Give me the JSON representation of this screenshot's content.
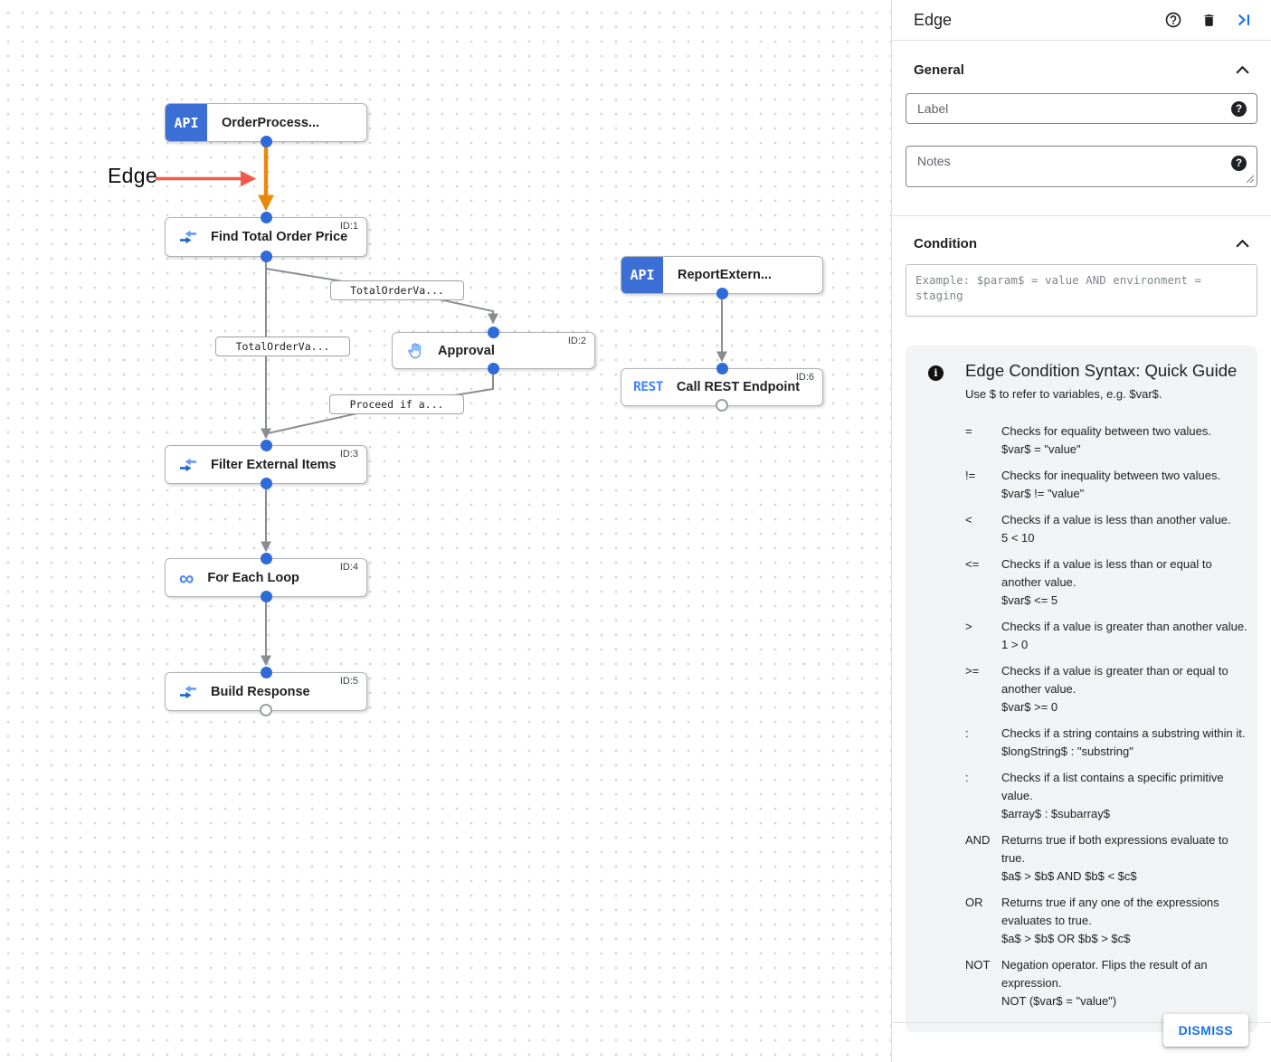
{
  "colors": {
    "accent_blue": "#1a73e8",
    "node_badge_blue": "#3b6fd6",
    "connector_blue": "#2e6bd9",
    "edge_orange": "#e8890c",
    "annotation_red": "#f4594b",
    "edge_gray": "#898d92"
  },
  "canvas": {
    "annotation_label": "Edge",
    "nodes": [
      {
        "badge": "API",
        "title": "OrderProcess..."
      },
      {
        "title": "Find Total Order Price",
        "task_id": "ID:1",
        "icon": "data-mapping-icon"
      },
      {
        "title": "Approval",
        "task_id": "ID:2",
        "icon": "hand-icon"
      },
      {
        "badge": "API",
        "title": "ReportExtern..."
      },
      {
        "badge": "REST",
        "title": "Call REST Endpoint",
        "task_id": "ID:6"
      },
      {
        "title": "Filter External Items",
        "task_id": "ID:3",
        "icon": "data-mapping-icon"
      },
      {
        "title": "For Each Loop",
        "task_id": "ID:4",
        "icon": "loop-icon"
      },
      {
        "title": "Build Response",
        "task_id": "ID:5",
        "icon": "data-mapping-icon"
      }
    ],
    "edge_labels": [
      "TotalOrderVa...",
      "TotalOrderVa...",
      "Proceed if a..."
    ]
  },
  "panel": {
    "title": "Edge",
    "icons": {
      "help": "circled-question-mark",
      "delete": "trash",
      "collapse": "arrow-to-bar"
    },
    "general": {
      "title": "General",
      "label_placeholder": "Label",
      "notes_placeholder": "Notes"
    },
    "condition": {
      "title": "Condition",
      "placeholder": "Example: $param$ = value AND environment = staging"
    },
    "guide": {
      "title": "Edge Condition Syntax: Quick Guide",
      "subtitle": "Use $ to refer to variables, e.g. $var$.",
      "rows": [
        {
          "op": "=",
          "desc": "Checks for equality between two values.",
          "example": "$var$ = \"value\""
        },
        {
          "op": "!=",
          "desc": "Checks for inequality between two values.",
          "example": "$var$ != \"value\""
        },
        {
          "op": "<",
          "desc": "Checks if a value is less than another value.",
          "example": "5 < 10"
        },
        {
          "op": "<=",
          "desc": "Checks if a value is less than or equal to another value.",
          "example": "$var$ <= 5"
        },
        {
          "op": ">",
          "desc": "Checks if a value is greater than another value.",
          "example": "1 > 0"
        },
        {
          "op": ">=",
          "desc": "Checks if a value is greater than or equal to another value.",
          "example": "$var$ >= 0"
        },
        {
          "op": ":",
          "desc": "Checks if a string contains a substring within it.",
          "example": "$longString$ : \"substring\""
        },
        {
          "op": ":",
          "desc": "Checks if a list contains a specific primitive value.",
          "example": "$array$ : $subarray$"
        },
        {
          "op": "AND",
          "desc": "Returns true if both expressions evaluate to true.",
          "example": "$a$ > $b$ AND $b$ < $c$"
        },
        {
          "op": "OR",
          "desc": "Returns true if any one of the expressions evaluates to true.",
          "example": "$a$ > $b$ OR $b$ > $c$"
        },
        {
          "op": "NOT",
          "desc": "Negation operator. Flips the result of an expression.",
          "example": "NOT ($var$ = \"value\")"
        }
      ]
    },
    "dismiss_label": "DISMISS"
  }
}
